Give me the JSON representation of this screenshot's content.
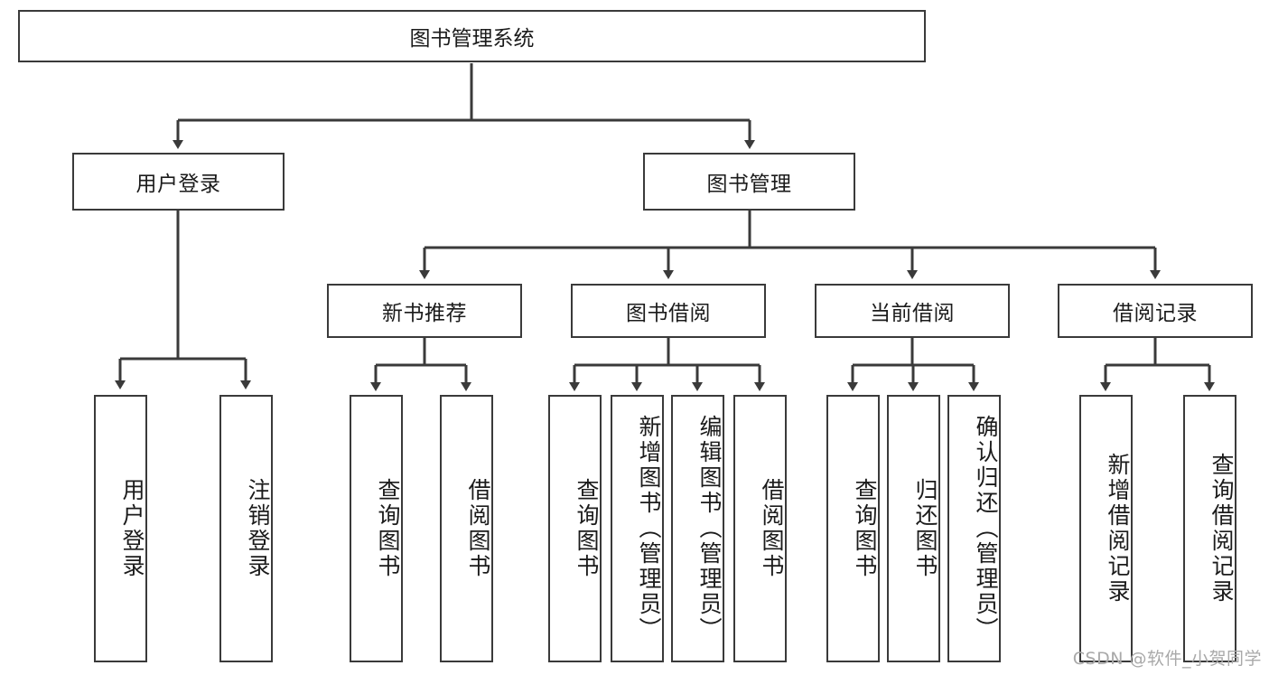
{
  "diagram": {
    "title": "图书管理系统",
    "type": "tree-hierarchy",
    "root": {
      "label": "图书管理系统"
    },
    "level2": [
      {
        "label": "用户登录"
      },
      {
        "label": "图书管理"
      }
    ],
    "level3": [
      {
        "label": "新书推荐"
      },
      {
        "label": "图书借阅"
      },
      {
        "label": "当前借阅"
      },
      {
        "label": "借阅记录"
      }
    ],
    "leaves": {
      "user_login": [
        {
          "label": "用户登录"
        },
        {
          "label": "注销登录"
        }
      ],
      "new_book_recommend": [
        {
          "label": "查询图书"
        },
        {
          "label": "借阅图书"
        }
      ],
      "book_borrow": [
        {
          "label": "查询图书"
        },
        {
          "label": "新增图书（管理员）"
        },
        {
          "label": "编辑图书（管理员）"
        },
        {
          "label": "借阅图书"
        }
      ],
      "current_borrow": [
        {
          "label": "查询图书"
        },
        {
          "label": "归还图书"
        },
        {
          "label": "确认归还（管理员）"
        }
      ],
      "borrow_records": [
        {
          "label": "新增借阅记录"
        },
        {
          "label": "查询借阅记录"
        }
      ]
    }
  },
  "watermark": {
    "text": "CSDN @软件_小贺同学"
  },
  "colors": {
    "border": "#3a3a3a",
    "background": "#ffffff",
    "text": "#1b1b1b",
    "watermark": "#a9a9a9"
  }
}
